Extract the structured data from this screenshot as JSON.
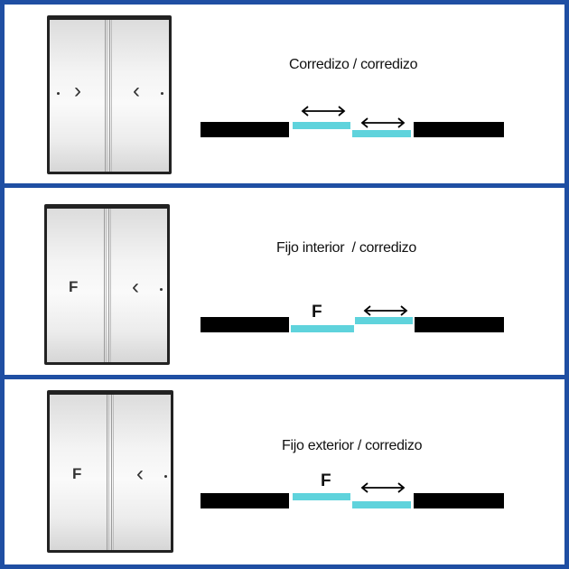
{
  "colors": {
    "frame_border": "#1f4fa3",
    "glass_panel": "#5fd3dc",
    "wall": "#000000"
  },
  "sections": [
    {
      "caption": "Corredizo / corredizo",
      "left_leaf": {
        "glyph": "›",
        "dot": true,
        "label": ""
      },
      "right_leaf": {
        "glyph": "‹",
        "dot": true
      },
      "plan_label": ""
    },
    {
      "caption": "Fijo interior  / corredizo",
      "left_leaf": {
        "glyph": "",
        "dot": false,
        "label": "F"
      },
      "right_leaf": {
        "glyph": "‹",
        "dot": true
      },
      "plan_label": "F"
    },
    {
      "caption": "Fijo exterior / corredizo",
      "left_leaf": {
        "glyph": "",
        "dot": false,
        "label": "F"
      },
      "right_leaf": {
        "glyph": "‹",
        "dot": true
      },
      "plan_label": "F"
    }
  ]
}
